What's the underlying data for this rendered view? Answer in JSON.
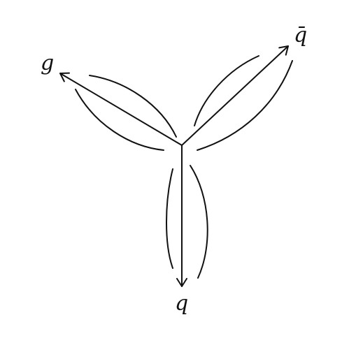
{
  "diagram": {
    "labels": {
      "gluon": "g",
      "antiquark": "q̄",
      "quark": "q"
    },
    "line_color": "#111111",
    "background": "#ffffff"
  }
}
